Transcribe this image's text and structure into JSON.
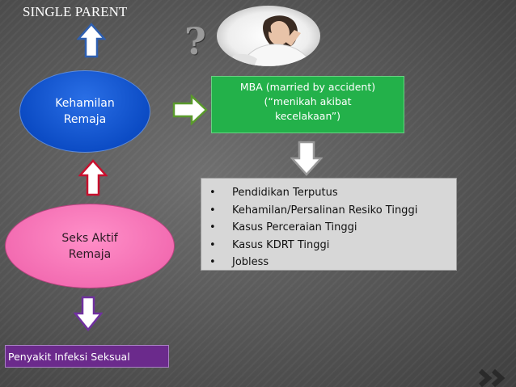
{
  "title": "SINGLE PARENT",
  "question_mark": "?",
  "photo": {
    "subject": "distressed young woman resting head on hand"
  },
  "nodes": {
    "kehamilan": [
      "Kehamilan",
      "Remaja"
    ],
    "seks": [
      "Seks Aktif",
      "Remaja"
    ],
    "mba": [
      "MBA (married by accident)",
      "(“menikah akibat",
      "kecelakaan”)"
    ],
    "pis": "Penyakit Infeksi Seksual"
  },
  "bullet_symbol": "•",
  "consequences": [
    "Pendidikan Terputus",
    "Kehamilan/Persalinan Resiko Tinggi",
    "Kasus Perceraian Tinggi",
    "Kasus KDRT Tinggi",
    "Jobless"
  ],
  "colors": {
    "kehamilan_fill": "#0c4cc5",
    "seks_fill": "#f26ab0",
    "mba_fill": "#23b14a",
    "bullets_fill": "#d7d7d7",
    "pis_fill": "#6b2a8c",
    "arrow_blue": "#2e5fb0",
    "arrow_red": "#c8102e",
    "arrow_green": "#5a9a2c",
    "arrow_gray": "#9a9a9a",
    "arrow_purple": "#7030a0"
  }
}
